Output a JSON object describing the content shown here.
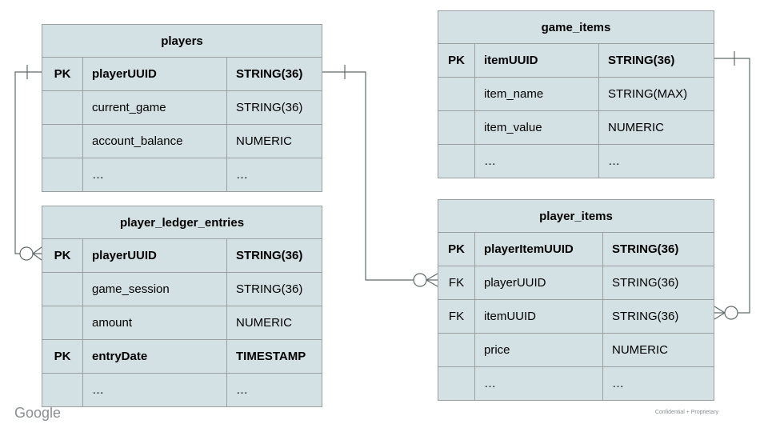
{
  "slide": {
    "footer_logo": "Google",
    "footer_note": "Confidential + Proprietary"
  },
  "colors": {
    "table_fill": "#d3e0e4",
    "table_border": "#9aa0a0",
    "connector": "#5f6a6a",
    "text": "#000000",
    "footer_gray": "#8a8f92"
  },
  "tables": {
    "players": {
      "title": "players",
      "rows": [
        {
          "key": "PK",
          "name": "playerUUID",
          "type": "STRING(36)",
          "bold": true
        },
        {
          "key": "",
          "name": "current_game",
          "type": "STRING(36)",
          "bold": false
        },
        {
          "key": "",
          "name": "account_balance",
          "type": "NUMERIC",
          "bold": false
        },
        {
          "key": "",
          "name": "…",
          "type": "…",
          "bold": false
        }
      ]
    },
    "game_items": {
      "title": "game_items",
      "rows": [
        {
          "key": "PK",
          "name": "itemUUID",
          "type": "STRING(36)",
          "bold": true
        },
        {
          "key": "",
          "name": "item_name",
          "type": "STRING(MAX)",
          "bold": false
        },
        {
          "key": "",
          "name": "item_value",
          "type": "NUMERIC",
          "bold": false
        },
        {
          "key": "",
          "name": "…",
          "type": "…",
          "bold": false
        }
      ]
    },
    "player_ledger_entries": {
      "title": "player_ledger_entries",
      "rows": [
        {
          "key": "PK",
          "name": "playerUUID",
          "type": "STRING(36)",
          "bold": true
        },
        {
          "key": "",
          "name": "game_session",
          "type": "STRING(36)",
          "bold": false
        },
        {
          "key": "",
          "name": "amount",
          "type": "NUMERIC",
          "bold": false
        },
        {
          "key": "PK",
          "name": "entryDate",
          "type": "TIMESTAMP",
          "bold": true
        },
        {
          "key": "",
          "name": "…",
          "type": "…",
          "bold": false
        }
      ]
    },
    "player_items": {
      "title": "player_items",
      "rows": [
        {
          "key": "PK",
          "name": "playerItemUUID",
          "type": "STRING(36)",
          "bold": true
        },
        {
          "key": "FK",
          "name": "playerUUID",
          "type": "STRING(36)",
          "bold": false
        },
        {
          "key": "FK",
          "name": "itemUUID",
          "type": "STRING(36)",
          "bold": false
        },
        {
          "key": "",
          "name": "price",
          "type": "NUMERIC",
          "bold": false
        },
        {
          "key": "",
          "name": "…",
          "type": "…",
          "bold": false
        }
      ]
    }
  },
  "relationships": [
    {
      "from": "players.playerUUID",
      "to": "player_ledger_entries.playerUUID",
      "from_cardinality": "one",
      "to_cardinality": "zero-or-many"
    },
    {
      "from": "players.playerUUID",
      "to": "player_items.playerUUID",
      "from_cardinality": "one",
      "to_cardinality": "zero-or-many"
    },
    {
      "from": "game_items.itemUUID",
      "to": "player_items.itemUUID",
      "from_cardinality": "one",
      "to_cardinality": "zero-or-many"
    }
  ]
}
